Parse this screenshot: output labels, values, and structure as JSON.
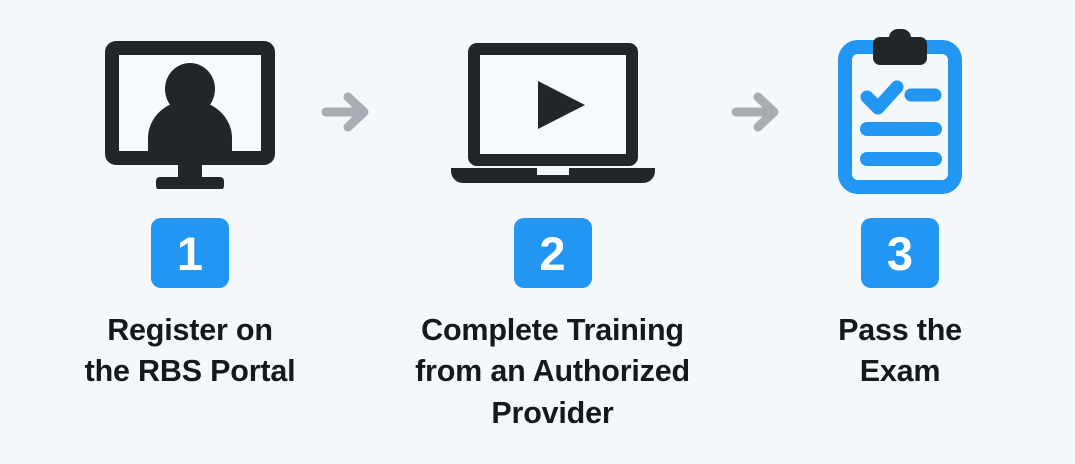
{
  "canvas": {
    "background_color": "#f5f8fa",
    "accent_color": "#2196f3",
    "icon_dark_color": "#22262b",
    "arrow_color": "#a8acb3",
    "text_color": "#16181d"
  },
  "steps": [
    {
      "number": "1",
      "icon": "desktop-monitor-user-icon",
      "label": "Register on\nthe RBS Portal"
    },
    {
      "number": "2",
      "icon": "laptop-video-play-icon",
      "label": "Complete Training\nfrom an Authorized\nProvider"
    },
    {
      "number": "3",
      "icon": "clipboard-checklist-icon",
      "label": "Pass the\nExam"
    }
  ],
  "connectors": [
    {
      "icon": "arrow-right-icon"
    },
    {
      "icon": "arrow-right-icon"
    }
  ]
}
